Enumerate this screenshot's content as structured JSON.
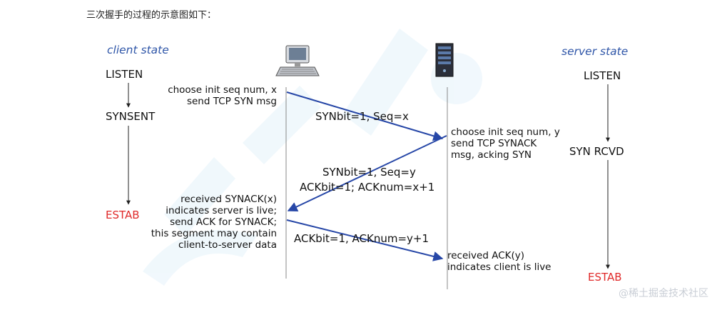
{
  "intro": "三次握手的过程的示意图如下：",
  "client": {
    "header": "client state",
    "states": [
      "LISTEN",
      "SYNSENT",
      "ESTAB"
    ]
  },
  "server": {
    "header": "server state",
    "states": [
      "LISTEN",
      "SYN RCVD",
      "ESTAB"
    ]
  },
  "notes": {
    "client1": [
      "choose init seq num, x",
      "send TCP SYN msg"
    ],
    "server1": [
      "choose init seq num, y",
      "send TCP SYNACK",
      "msg, acking SYN"
    ],
    "client2": [
      "received SYNACK(x)",
      "indicates server is live;",
      "send ACK for SYNACK;",
      "this segment may contain",
      "client-to-server data"
    ],
    "server2": [
      "received ACK(y)",
      "indicates client is live"
    ]
  },
  "messages": {
    "syn": "SYNbit=1, Seq=x",
    "synack1": "SYNbit=1, Seq=y",
    "synack2": "ACKbit=1; ACKnum=x+1",
    "ack": "ACKbit=1, ACKnum=y+1"
  },
  "icons": {
    "client": "computer-icon",
    "server": "server-tower-icon"
  },
  "colors": {
    "header": "#2f56a8",
    "estab": "#e02a2a",
    "arrow": "#2747a7",
    "watermark_logo": "#5fb6e8"
  },
  "watermark": "@稀土掘金技术社区"
}
